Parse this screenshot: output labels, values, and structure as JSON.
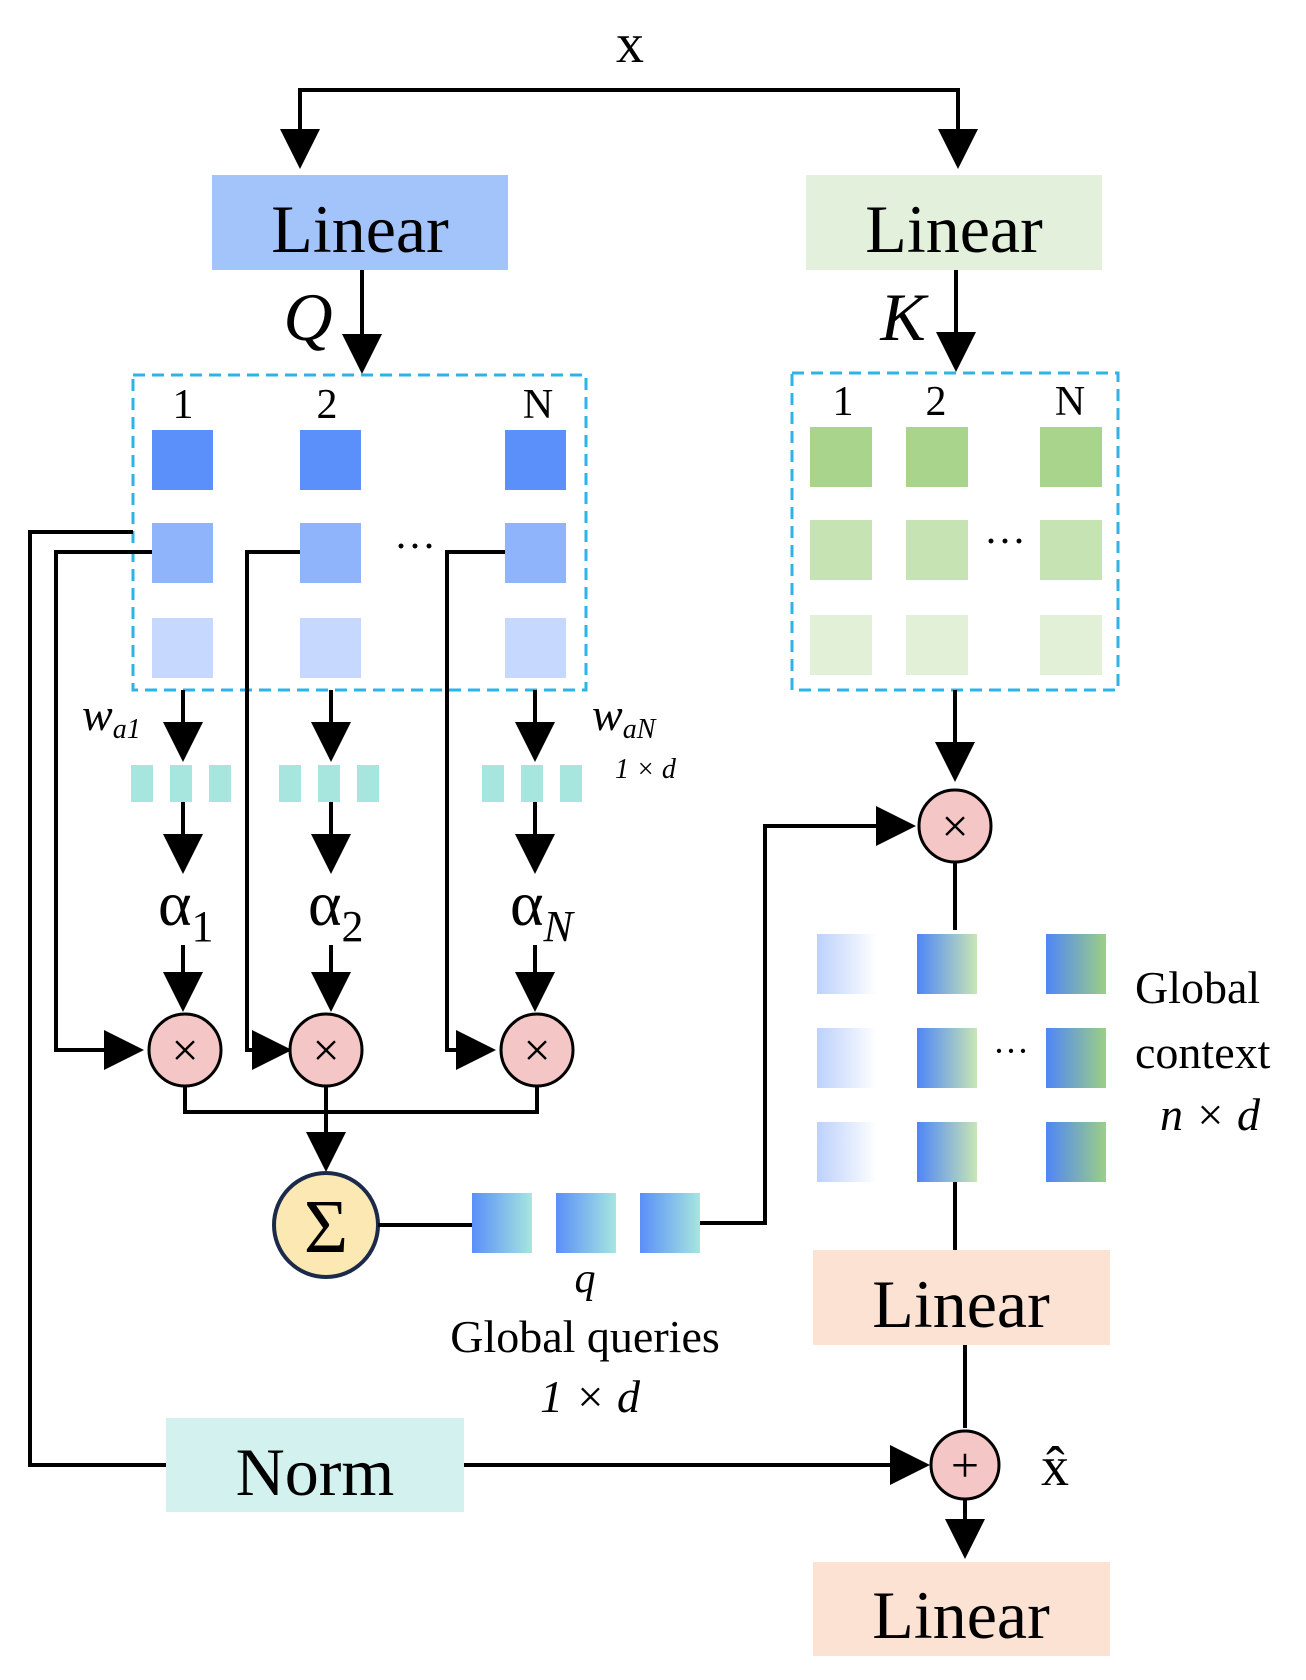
{
  "input_label": "x",
  "output_label": "x̂",
  "blocks": {
    "linear_q": "Linear",
    "linear_k": "Linear",
    "linear_out1": "Linear",
    "linear_out2": "Linear",
    "norm": "Norm"
  },
  "q_label": "Q",
  "k_label": "K",
  "q_columns": [
    "1",
    "2",
    "N"
  ],
  "k_columns": [
    "1",
    "2",
    "N"
  ],
  "ellipsis": "···",
  "weights": {
    "w_a1": {
      "base": "w",
      "sub": "a1"
    },
    "w_aN": {
      "base": "w",
      "sub": "aN"
    },
    "dim_note": "1 × d"
  },
  "alphas": [
    {
      "base": "α",
      "sub": "1"
    },
    {
      "base": "α",
      "sub": "2"
    },
    {
      "base": "α",
      "sub": "N"
    }
  ],
  "operators": {
    "multiply": "×",
    "sum": "Σ",
    "add": "+"
  },
  "global_queries": {
    "symbol": "q",
    "caption": "Global queries",
    "dim": "1 × d"
  },
  "global_context": {
    "line1": "Global",
    "line2": "context",
    "dim": "n × d"
  },
  "colors": {
    "q_linear": "#a3c4fb",
    "k_linear": "#e3f1dc",
    "out_linear": "#fbe2d2",
    "norm": "#d3f1ef",
    "q_dark": "#5b8ff9",
    "q_mid": "#90b4fb",
    "q_light": "#c6d8fd",
    "k_dark": "#a8d58b",
    "k_mid": "#c5e3b3",
    "k_light": "#e1f0d6",
    "weight": "#a6e6df",
    "op_circle": "#f5c6c6",
    "sum_circle": "#fbe8b3",
    "dashed_border": "#2fb3e6"
  }
}
